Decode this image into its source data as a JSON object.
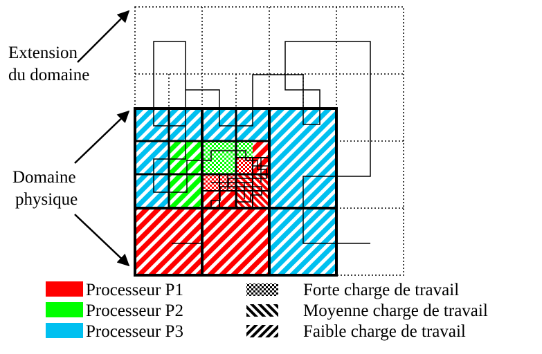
{
  "labels": {
    "extension_line1": "Extension",
    "extension_line2": "du domaine",
    "physical_line1": "Domaine",
    "physical_line2": "physique"
  },
  "legend": {
    "processors": [
      {
        "label": "Processeur P1",
        "color": "#ff0000"
      },
      {
        "label": "Processeur P2",
        "color": "#00ff00"
      },
      {
        "label": "Processeur P3",
        "color": "#00c0f0"
      }
    ],
    "workloads": [
      {
        "label": "Forte charge de travail",
        "pattern": "checkerboard"
      },
      {
        "label": "Moyenne charge de travail",
        "pattern": "backslash-hatch"
      },
      {
        "label": "Faible charge de travail",
        "pattern": "slash-hatch"
      }
    ]
  }
}
